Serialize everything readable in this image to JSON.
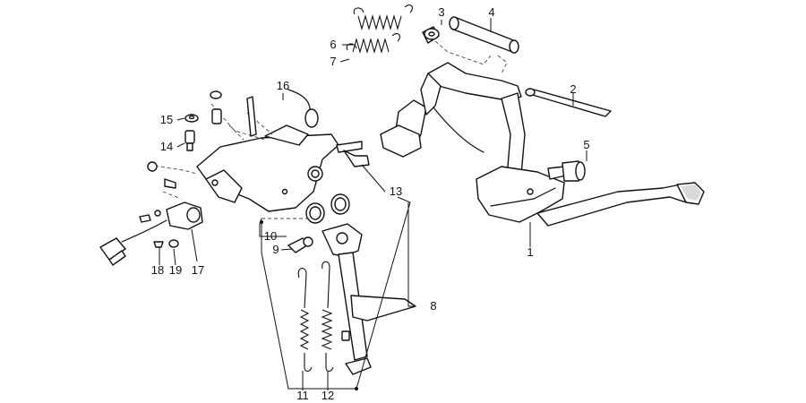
{
  "callouts": [
    {
      "id": "1",
      "text": "1"
    },
    {
      "id": "2",
      "text": "2"
    },
    {
      "id": "3",
      "text": "3"
    },
    {
      "id": "4",
      "text": "4"
    },
    {
      "id": "5",
      "text": "5"
    },
    {
      "id": "6",
      "text": "6"
    },
    {
      "id": "7",
      "text": "7"
    },
    {
      "id": "8",
      "text": "8"
    },
    {
      "id": "9",
      "text": "9"
    },
    {
      "id": "10",
      "text": "10"
    },
    {
      "id": "11",
      "text": "11"
    },
    {
      "id": "12",
      "text": "12"
    },
    {
      "id": "13",
      "text": "13"
    },
    {
      "id": "14",
      "text": "14"
    },
    {
      "id": "15",
      "text": "15"
    },
    {
      "id": "16",
      "text": "16"
    },
    {
      "id": "17",
      "text": "17"
    },
    {
      "id": "18",
      "text": "18"
    },
    {
      "id": "19",
      "text": "19"
    }
  ],
  "colors": {
    "line": "#111111",
    "background": "#ffffff"
  }
}
